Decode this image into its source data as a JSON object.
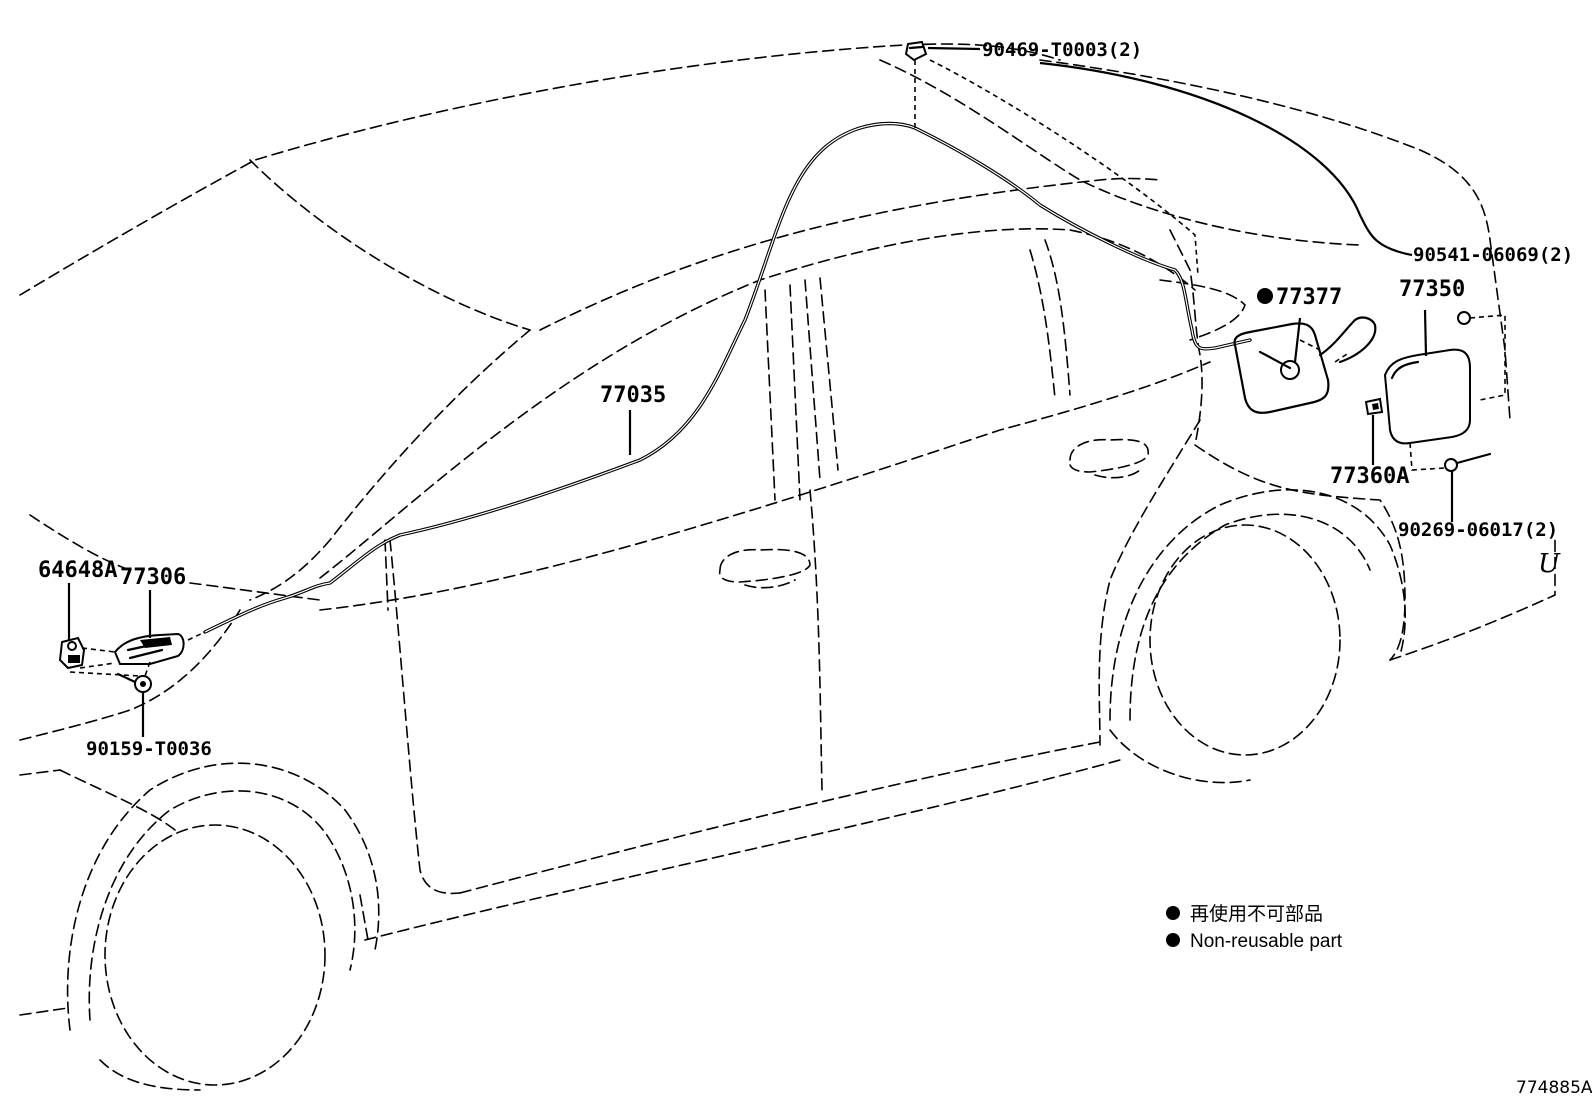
{
  "parts": [
    {
      "number": "90469-T0003(2)"
    },
    {
      "number": "90541-06069(2)"
    },
    {
      "number": "77377",
      "non_reusable": true
    },
    {
      "number": "77350"
    },
    {
      "number": "77035"
    },
    {
      "number": "77360A"
    },
    {
      "number": "90269-06017(2)"
    },
    {
      "number": "64648A"
    },
    {
      "number": "77306"
    },
    {
      "number": "90159-T0036"
    }
  ],
  "legend": {
    "japanese": "再使用不可部品",
    "english": "Non-reusable part"
  },
  "diagram_code": "774885A",
  "corner_mark": "U"
}
